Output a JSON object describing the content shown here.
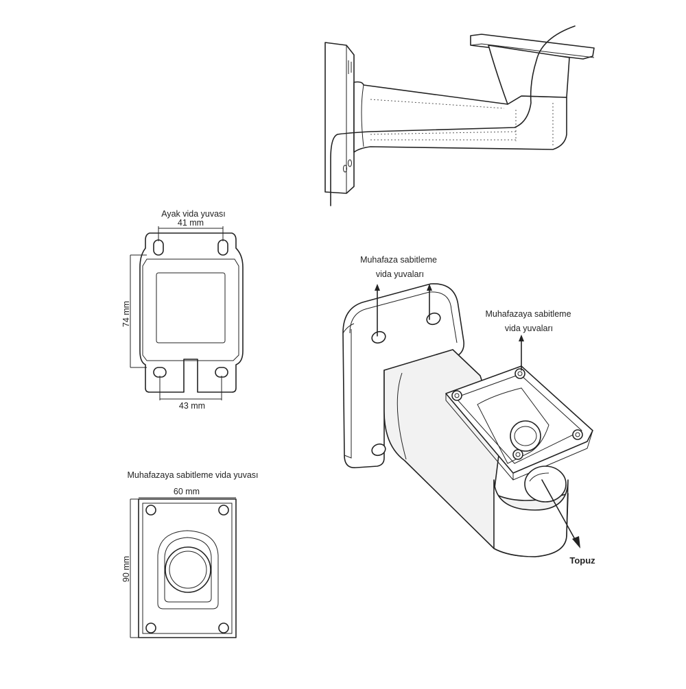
{
  "labels": {
    "foot_screw_hole": "Ayak vida yuvası",
    "width_top": "41 mm",
    "height_foot": "74 mm",
    "width_bottom": "43 mm",
    "housing_screw_hole_title": "Muhafazaya sabitleme vida yuvası",
    "plate_width": "60 mm",
    "plate_height": "90 mm",
    "housing_holes_line1": "Muhafaza sabitleme",
    "housing_holes_line2": "vida yuvaları",
    "to_housing_line1": "Muhafazaya sabitleme",
    "to_housing_line2": "vida yuvaları",
    "knob": "Topuz"
  },
  "icons": {
    "side_view": "bracket-side-view-drawing",
    "foot_plate": "foot-plate-drawing",
    "mount_plate": "mount-plate-drawing",
    "iso_view": "bracket-isometric-drawing"
  }
}
